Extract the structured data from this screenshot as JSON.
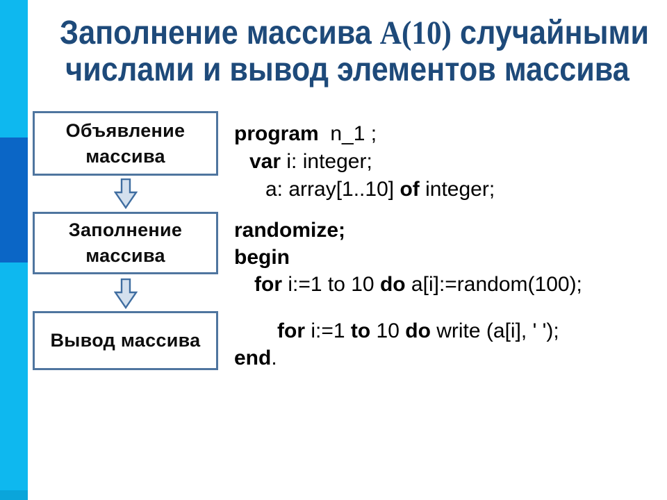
{
  "colors": {
    "stripe_light": "#0eb8ef",
    "stripe_dark": "#0b66c6",
    "stripe_accent": "#0aa5da",
    "title": "#1e4a7a",
    "box_border": "#4f759f",
    "box_text": "#0d0d0d",
    "arrow_fill": "#d3e0ee",
    "arrow_stroke": "#3f6da0",
    "code": "#000000"
  },
  "title": {
    "line1_pre": "Заполнение массива ",
    "line1_math": "A(10)",
    "line1_post": " случайными",
    "line2": "числами и вывод элементов массива"
  },
  "flowchart": {
    "declare": {
      "line1": "Объявление",
      "line2": "массива"
    },
    "fill": {
      "line1": "Заполнение",
      "line2": "массива"
    },
    "output": {
      "line1": "Вывод массива"
    }
  },
  "code": {
    "block1": {
      "line1": {
        "kw": "program",
        "rest": "  n_1 ;"
      },
      "line2": {
        "kw": "var",
        "rest": " i: integer;"
      },
      "line3": {
        "pre": "a: array[1..10] ",
        "kw": "of",
        "rest": " integer;"
      }
    },
    "block2": {
      "line1": {
        "kw": "randomize;"
      },
      "line2": {
        "kw": "begin"
      },
      "line3": {
        "kw1": "for",
        "mid": " i:=1 to 10 ",
        "kw2": "do",
        "rest": " a[i]:=random(100);"
      },
      "line4": {
        "kw1": "for",
        "mid1": " i:=1 ",
        "kw2": "to",
        "mid2": " 10 ",
        "kw3": "do",
        "rest": " write (a[i], ' ');"
      },
      "line5": {
        "kw": "end",
        "rest": "."
      }
    }
  }
}
